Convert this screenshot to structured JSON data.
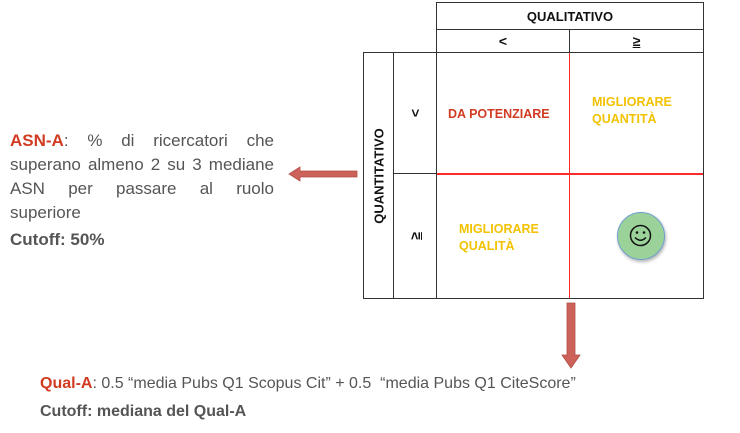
{
  "matrix": {
    "column_header": "QUALITATIVO",
    "row_header": "QUANTITATIVO",
    "column_symbols": [
      "<",
      "≥"
    ],
    "row_symbols": [
      "<",
      "≥"
    ],
    "cells": {
      "top_left": "DA POTENZIARE",
      "top_right": [
        "MIGLIORARE",
        "QUANTITÀ"
      ],
      "bottom_left": [
        "MIGLIORARE",
        "QUALITÀ"
      ],
      "bottom_right_icon": "smiley-face-icon"
    },
    "colors": {
      "red": "#d13b22",
      "yellow": "#f2c200",
      "grid_red": "#ff2a2a",
      "smiley_fill": "#9bd29a",
      "arrow": "#cd625a"
    }
  },
  "asn": {
    "label": "ASN-A",
    "text": ": % di ricercatori che superano almeno 2 su 3 mediane ASN per passare al ruolo superiore",
    "cutoff": "Cutoff: 50%"
  },
  "qual": {
    "label": "Qual-A",
    "text": ": 0.5 “media Pubs Q1 Scopus Cit” + 0.5  “media Pubs Q1 CiteScore”",
    "cutoff": "Cutoff: mediana del Qual-A"
  }
}
